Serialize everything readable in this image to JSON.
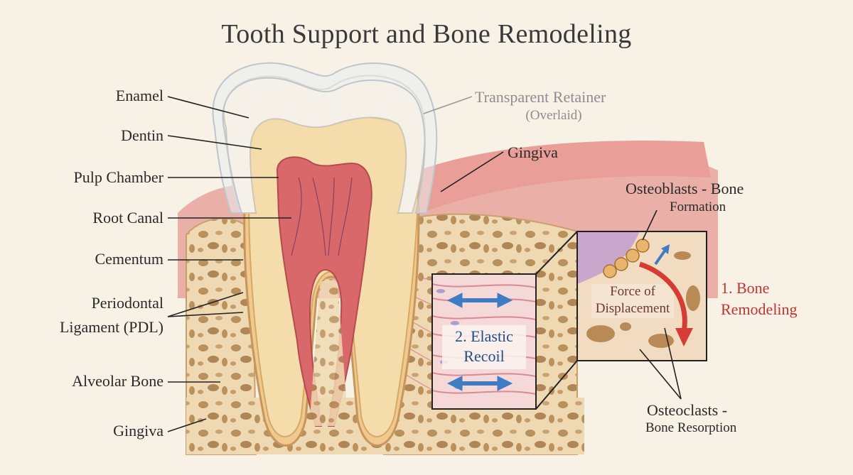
{
  "title": "Tooth Support and Bone Remodeling",
  "labels": {
    "enamel": "Enamel",
    "dentin": "Dentin",
    "pulp_chamber": "Pulp Chamber",
    "root_canal": "Root Canal",
    "cementum": "Cementum",
    "pdl_line1": "Periodontal",
    "pdl_line2": "Ligament (PDL)",
    "alveolar_bone": "Alveolar Bone",
    "gingiva_left": "Gingiva",
    "retainer_line1": "Transparent Retainer",
    "retainer_line2": "(Overlaid)",
    "gingiva_right": "Gingiva",
    "osteoblasts_line1": "Osteoblasts - Bone",
    "osteoblasts_line2": "Formation",
    "force_line1": "Force of",
    "force_line2": "Displacement",
    "bone_remodeling_line1": "1. Bone",
    "bone_remodeling_line2": "Remodeling",
    "elastic_line1": "2. Elastic",
    "elastic_line2": "Recoil",
    "osteoclasts_line1": "Osteoclasts -",
    "osteoclasts_line2": "Bone Resorption"
  },
  "colors": {
    "background": "#f7f1e6",
    "gum": "#e9a7a0",
    "bone": "#efd9b2",
    "dentin": "#f3d9a5",
    "pulp": "#d9686a",
    "enamel": "#f6f3ee",
    "accent_red": "#c0342f",
    "accent_blue": "#3f7cc4"
  }
}
